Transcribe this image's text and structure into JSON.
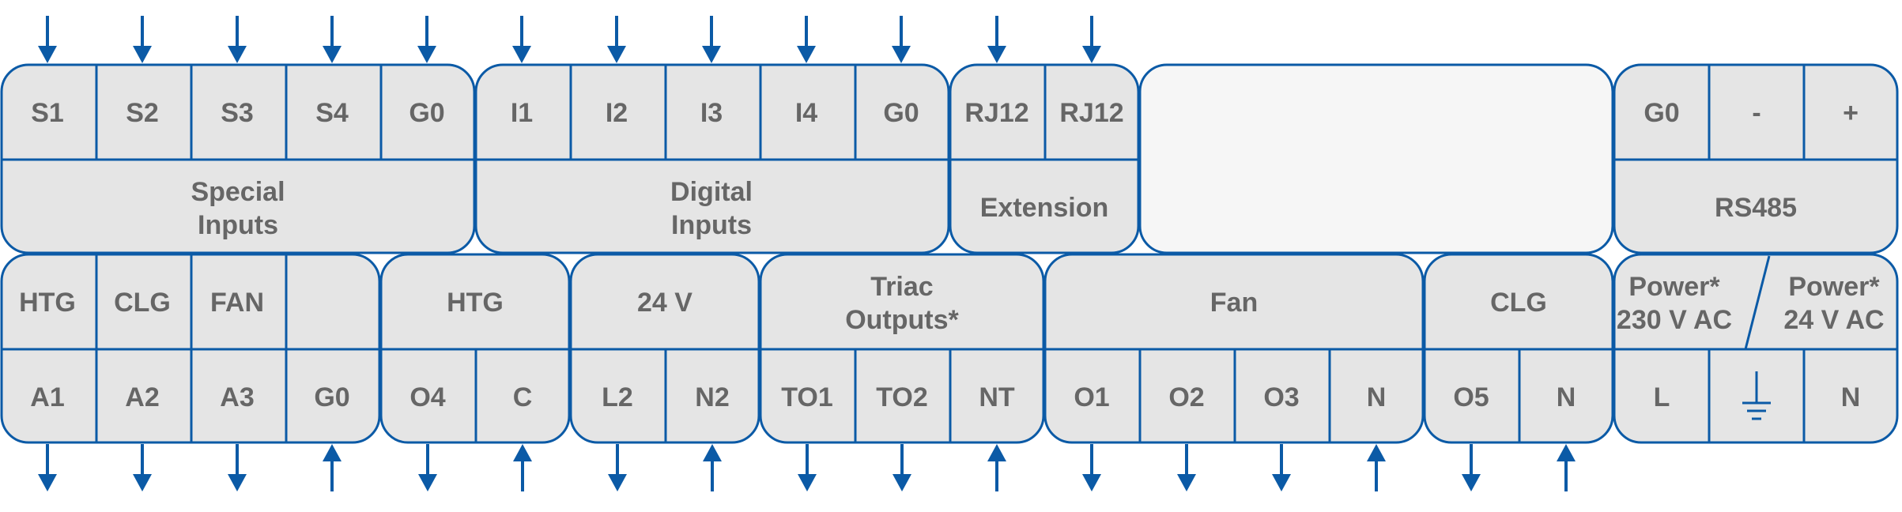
{
  "colors": {
    "stroke": "#0b5aa6",
    "fill": "#e5e5e5",
    "empty_fill": "#f6f6f6",
    "text": "#666666"
  },
  "top": {
    "terminals": [
      "S1",
      "S2",
      "S3",
      "S4",
      "G0",
      "I1",
      "I2",
      "I3",
      "I4",
      "G0",
      "RJ12",
      "RJ12",
      "G0",
      "-",
      "+"
    ],
    "group_labels": {
      "special": [
        "Special",
        "Inputs"
      ],
      "digital": [
        "Digital",
        "Inputs"
      ],
      "extension": "Extension",
      "rs485": "RS485"
    },
    "arrow_directions": [
      "down",
      "down",
      "down",
      "down",
      "down",
      "down",
      "down",
      "down",
      "down",
      "down",
      "down",
      "down"
    ]
  },
  "bottom": {
    "labels": {
      "htg1": "HTG",
      "clg1": "CLG",
      "fan1": "FAN",
      "htg2": "HTG",
      "v24": "24 V",
      "triac": [
        "Triac",
        "Outputs*"
      ],
      "fan2": "Fan",
      "clg2": "CLG",
      "power230": [
        "Power*",
        "230 V AC"
      ],
      "power24": [
        "Power*",
        "24 V AC"
      ]
    },
    "terminals": [
      "A1",
      "A2",
      "A3",
      "G0",
      "O4",
      "C",
      "L2",
      "N2",
      "TO1",
      "TO2",
      "NT",
      "O1",
      "O2",
      "O3",
      "N",
      "O5",
      "N",
      "L",
      "ground",
      "N"
    ],
    "ground_icon": "earth-ground-icon",
    "arrow_directions": [
      "down",
      "down",
      "down",
      "up",
      "down",
      "up",
      "down",
      "up",
      "down",
      "down",
      "up",
      "down",
      "down",
      "down",
      "up",
      "down",
      "up"
    ]
  }
}
